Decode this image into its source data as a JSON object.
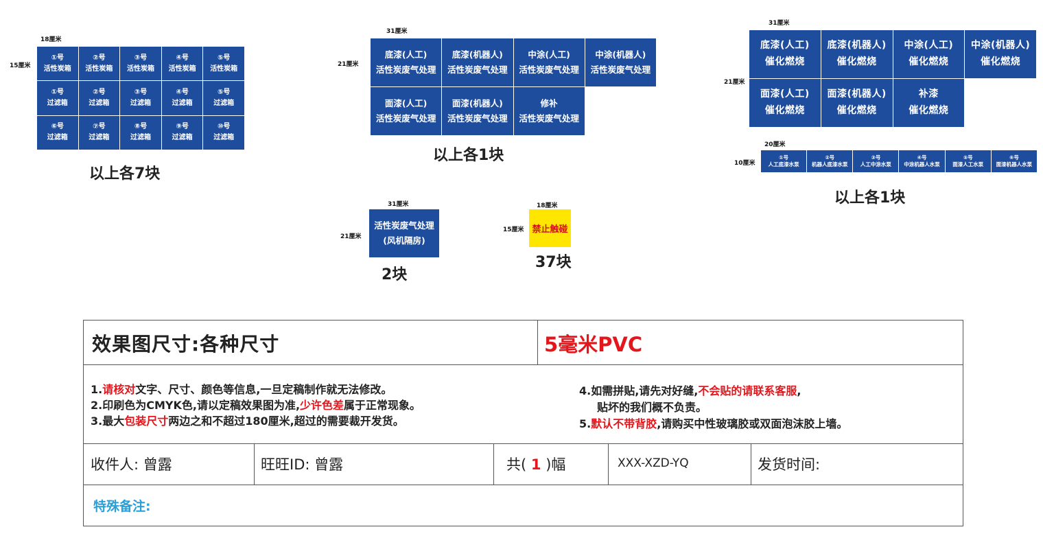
{
  "groupA": {
    "width_label": "18厘米",
    "height_label": "15厘米",
    "cells": [
      {
        "no": "①号",
        "text": "活性炭箱"
      },
      {
        "no": "②号",
        "text": "活性炭箱"
      },
      {
        "no": "③号",
        "text": "活性炭箱"
      },
      {
        "no": "④号",
        "text": "活性炭箱"
      },
      {
        "no": "⑤号",
        "text": "活性炭箱"
      },
      {
        "no": "①号",
        "text": "过滤箱"
      },
      {
        "no": "②号",
        "text": "过滤箱"
      },
      {
        "no": "③号",
        "text": "过滤箱"
      },
      {
        "no": "④号",
        "text": "过滤箱"
      },
      {
        "no": "⑤号",
        "text": "过滤箱"
      },
      {
        "no": "⑥号",
        "text": "过滤箱"
      },
      {
        "no": "⑦号",
        "text": "过滤箱"
      },
      {
        "no": "⑧号",
        "text": "过滤箱"
      },
      {
        "no": "⑨号",
        "text": "过滤箱"
      },
      {
        "no": "⑩号",
        "text": "过滤箱"
      }
    ],
    "caption": "以上各7块"
  },
  "groupB": {
    "width_label": "31厘米",
    "height_label": "21厘米",
    "cells": [
      {
        "line1": "底漆(人工)",
        "line2": "活性炭废气处理"
      },
      {
        "line1": "底漆(机器人)",
        "line2": "活性炭废气处理"
      },
      {
        "line1": "中涂(人工)",
        "line2": "活性炭废气处理"
      },
      {
        "line1": "中涂(机器人)",
        "line2": "活性炭废气处理"
      },
      {
        "line1": "面漆(人工)",
        "line2": "活性炭废气处理"
      },
      {
        "line1": "面漆(机器人)",
        "line2": "活性炭废气处理"
      },
      {
        "line1": "修补",
        "line2": "活性炭废气处理"
      }
    ],
    "caption": "以上各1块"
  },
  "groupC": {
    "width_label": "31厘米",
    "height_label": "21厘米",
    "cells": [
      {
        "line1": "底漆(人工)",
        "line2": "催化燃烧"
      },
      {
        "line1": "底漆(机器人)",
        "line2": "催化燃烧"
      },
      {
        "line1": "中涂(人工)",
        "line2": "催化燃烧"
      },
      {
        "line1": "中涂(机器人)",
        "line2": "催化燃烧"
      },
      {
        "line1": "面漆(人工)",
        "line2": "催化燃烧"
      },
      {
        "line1": "面漆(机器人)",
        "line2": "催化燃烧"
      },
      {
        "line1": "补漆",
        "line2": "催化燃烧"
      }
    ]
  },
  "groupD": {
    "width_label": "20厘米",
    "height_label": "10厘米",
    "cells": [
      {
        "no": "①号",
        "text": "人工底漆水泵"
      },
      {
        "no": "②号",
        "text": "机器人底漆水泵"
      },
      {
        "no": "③号",
        "text": "人工中涂水泵"
      },
      {
        "no": "④号",
        "text": "中涂机器人水泵"
      },
      {
        "no": "⑤号",
        "text": "面漆人工水泵"
      },
      {
        "no": "⑥号",
        "text": "面漆机器人水泵"
      }
    ],
    "caption": "以上各1块"
  },
  "groupE": {
    "width_label": "31厘米",
    "height_label": "21厘米",
    "line1": "活性炭废气处理",
    "line2": "(风机隔房)",
    "caption": "2块"
  },
  "groupF": {
    "width_label": "18厘米",
    "height_label": "15厘米",
    "text": "禁止触碰",
    "caption": "37块"
  },
  "info": {
    "title": "效果图尺寸:各种尺寸",
    "material": "5毫米PVC",
    "notes_left": [
      {
        "num": "1.",
        "red": "请核对",
        "rest": "文字、尺寸、颜色等信息,一旦定稿制作就无法修改。"
      },
      {
        "num": "2.",
        "pre": "印刷色为CMYK色,请以定稿效果图为准,",
        "red": "少许色差",
        "rest": "属于正常现象。"
      },
      {
        "num": "3.",
        "pre": "最大",
        "red": "包装尺寸",
        "rest": "两边之和不超过180厘米,超过的需要裁开发货。"
      }
    ],
    "notes_right": [
      {
        "num": "4.",
        "pre": "如需拼贴,请先对好缝,",
        "red": "不会贴的请联系客服",
        "rest": ","
      },
      {
        "cont": "贴坏的我们概不负责。"
      },
      {
        "num": "5.",
        "red": "默认不带背胶",
        "rest": ",请购买中性玻璃胶或双面泡沫胶上墙。"
      }
    ],
    "recipient_label": "收件人:",
    "recipient": "曾露",
    "wangwang_label": "旺旺ID:",
    "wangwang": "曾露",
    "count_prefix": "共(",
    "count": "1",
    "count_suffix": ")幅",
    "order_code": "XXX-XZD-YQ",
    "ship_time_label": "发货时间:",
    "remarks_label": "特殊备注:"
  },
  "colors": {
    "sign_blue": "#1f4d9e",
    "warning_yellow": "#ffe600",
    "accent_red": "#e3161c",
    "remark_blue": "#2a9fd8"
  }
}
